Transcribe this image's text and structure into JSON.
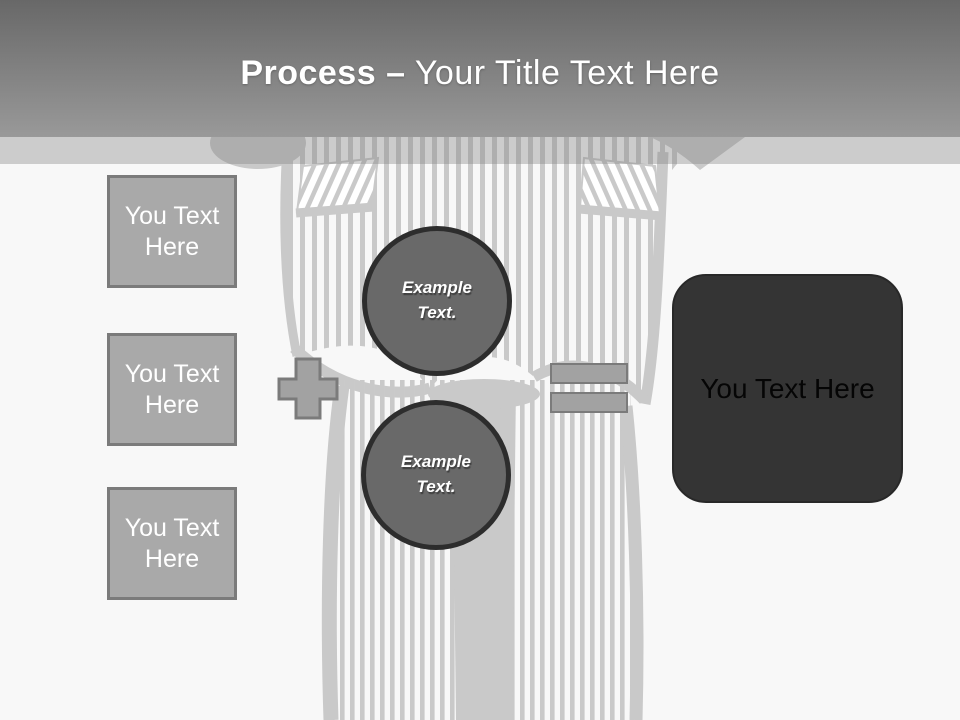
{
  "slide": {
    "header": {
      "title_bold": "Process",
      "title_separator": "–",
      "title_rest": "Your Title Text Here",
      "gradient_top": "#686868",
      "gradient_bottom": "#999999"
    },
    "input_boxes": [
      {
        "label": "You Text Here"
      },
      {
        "label": "You Text Here"
      },
      {
        "label": "You Text Here"
      }
    ],
    "operators": {
      "plus": "plus-icon",
      "equals": "equals-icon"
    },
    "example_circles": [
      {
        "line1": "Example",
        "line2": "Text."
      },
      {
        "line1": "Example",
        "line2": "Text."
      }
    ],
    "result_box": {
      "label": "You Text Here"
    },
    "colors": {
      "background": "#f8f8f8",
      "box_fill": "#a9a9a9",
      "box_border": "#7b7b7b",
      "operator_fill": "#a2a2a2",
      "circle_fill": "#696969",
      "circle_border": "#2d2d2d",
      "result_fill": "#343434",
      "artwork_gray": "#c9c9c9"
    },
    "background_figure": "striped-suit-man-illustration"
  }
}
